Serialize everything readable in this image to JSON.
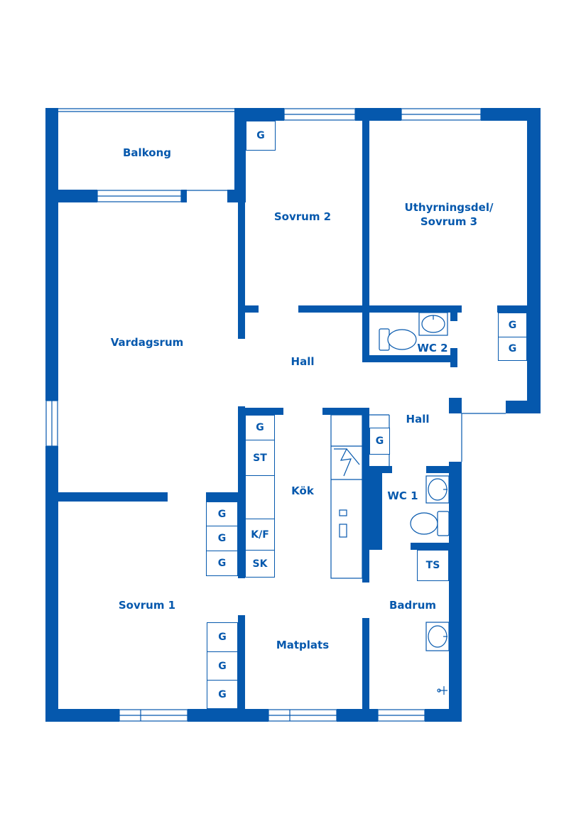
{
  "colors": {
    "wall": "#0558ad",
    "background": "#ffffff"
  },
  "rooms": {
    "balkong": "Balkong",
    "sovrum2": "Sovrum 2",
    "uthyrning_line1": "Uthyrningsdel/",
    "uthyrning_line2": "Sovrum 3",
    "vardagsrum": "Vardagsrum",
    "hall_upper": "Hall",
    "wc2": "WC 2",
    "hall_lower": "Hall",
    "kok": "Kök",
    "wc1": "WC 1",
    "sovrum1": "Sovrum 1",
    "badrum": "Badrum",
    "matplats": "Matplats"
  },
  "fixtures": {
    "g": "G",
    "st": "ST",
    "kf": "K/F",
    "sk": "SK",
    "ts": "TS"
  },
  "icons": [
    "toilet-icon",
    "sink-icon",
    "stove-icon",
    "shower-icon"
  ]
}
